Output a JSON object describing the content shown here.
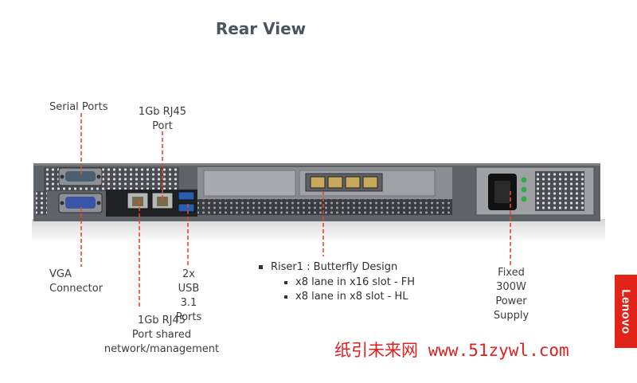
{
  "title": "Rear View",
  "labels": {
    "serial_ports": "Serial Ports",
    "rj45_top_line1": "1Gb RJ45",
    "rj45_top_line2": "Port",
    "vga_line1": "VGA",
    "vga_line2": "Connector",
    "usb_line1": "2x",
    "usb_line2": "USB",
    "usb_line3": "3.1",
    "usb_line4": "Ports",
    "rj45_shared_line1": "1Gb RJ45",
    "rj45_shared_line2": "Port shared",
    "rj45_shared_line3": "network/management",
    "psu_line1": "Fixed",
    "psu_line2": "300W",
    "psu_line3": "Power",
    "psu_line4": "Supply"
  },
  "riser": {
    "heading": "Riser1 : Butterfly Design",
    "items": [
      "x8 lane in x16 slot - FH",
      "x8 lane in x8 slot - HL"
    ]
  },
  "brand": "Lenovo",
  "watermark": "纸引未来网 www.51zywl.com",
  "colors": {
    "callout_line": "#e8452c",
    "brand": "#e2231a",
    "chassis": "#5a5e63"
  }
}
